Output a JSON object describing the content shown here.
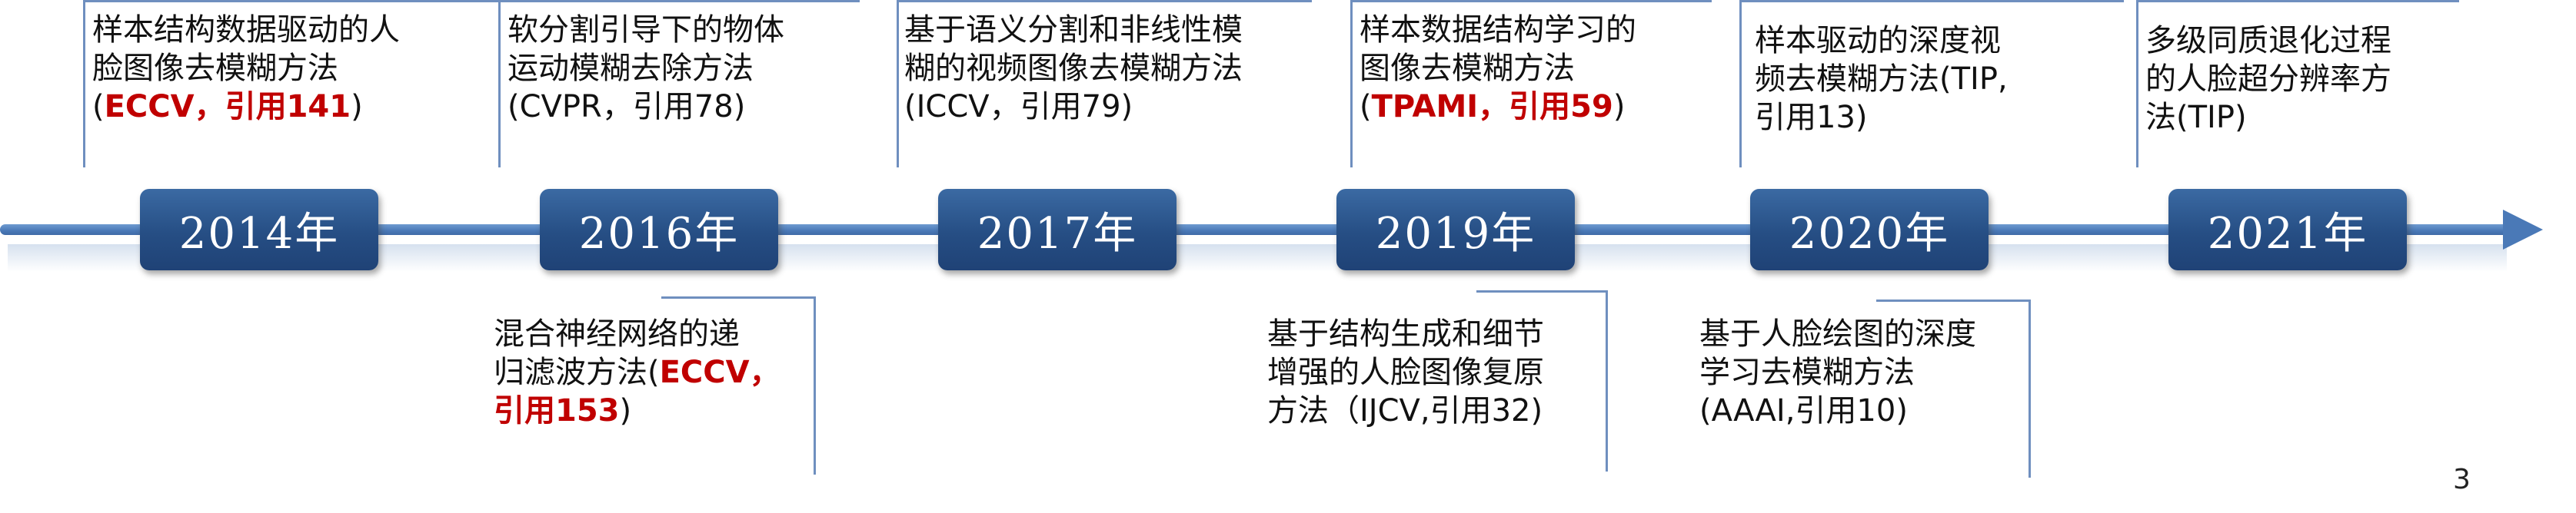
{
  "years": [
    "2014年",
    "2016年",
    "2017年",
    "2019年",
    "2020年",
    "2021年"
  ],
  "above": [
    {
      "lines": [
        "样本结构数据驱动的人",
        "脸图像去模糊方法"
      ],
      "open": "(",
      "venue": "ECCV，引用141",
      "close": ")"
    },
    {
      "lines": [
        "软分割引导下的物体",
        "运动模糊去除方法"
      ],
      "open": "",
      "venue": "(CVPR，引用78)",
      "close": ""
    },
    {
      "lines": [
        "基于语义分割和非线性模",
        "糊的视频图像去模糊方法"
      ],
      "open": "",
      "venue": "(ICCV，引用79)",
      "close": ""
    },
    {
      "lines": [
        "样本数据结构学习的",
        "图像去模糊方法"
      ],
      "open": "(",
      "venue": "TPAMI，引用59",
      "close": ")"
    },
    {
      "lines": [
        "样本驱动的深度视",
        "频去模糊方法(TIP,"
      ],
      "open": "",
      "venue": "引用13)",
      "close": ""
    },
    {
      "lines": [
        "多级同质退化过程",
        "的人脸超分辨率方"
      ],
      "open": "",
      "venue": "法(TIP)",
      "close": ""
    }
  ],
  "below": [
    {
      "lines": [
        "混合神经网络的递"
      ],
      "line2_prefix": "归滤波方法(",
      "line2_hl": "ECCV，",
      "line3_hl": "引用153",
      "line3_suffix": ")"
    },
    {
      "lines": [
        "基于结构生成和细节",
        "增强的人脸图像复原",
        "方法（IJCV,引用32)"
      ]
    },
    {
      "lines": [
        "基于人脸绘图的深度",
        "学习去模糊方法",
        "(AAAI,引用10)"
      ]
    }
  ],
  "page_number": "3",
  "colors": {
    "axis": "#4a79b7",
    "box": "#264e84",
    "highlight": "#c00000",
    "bracket": "#6f8fbf"
  }
}
